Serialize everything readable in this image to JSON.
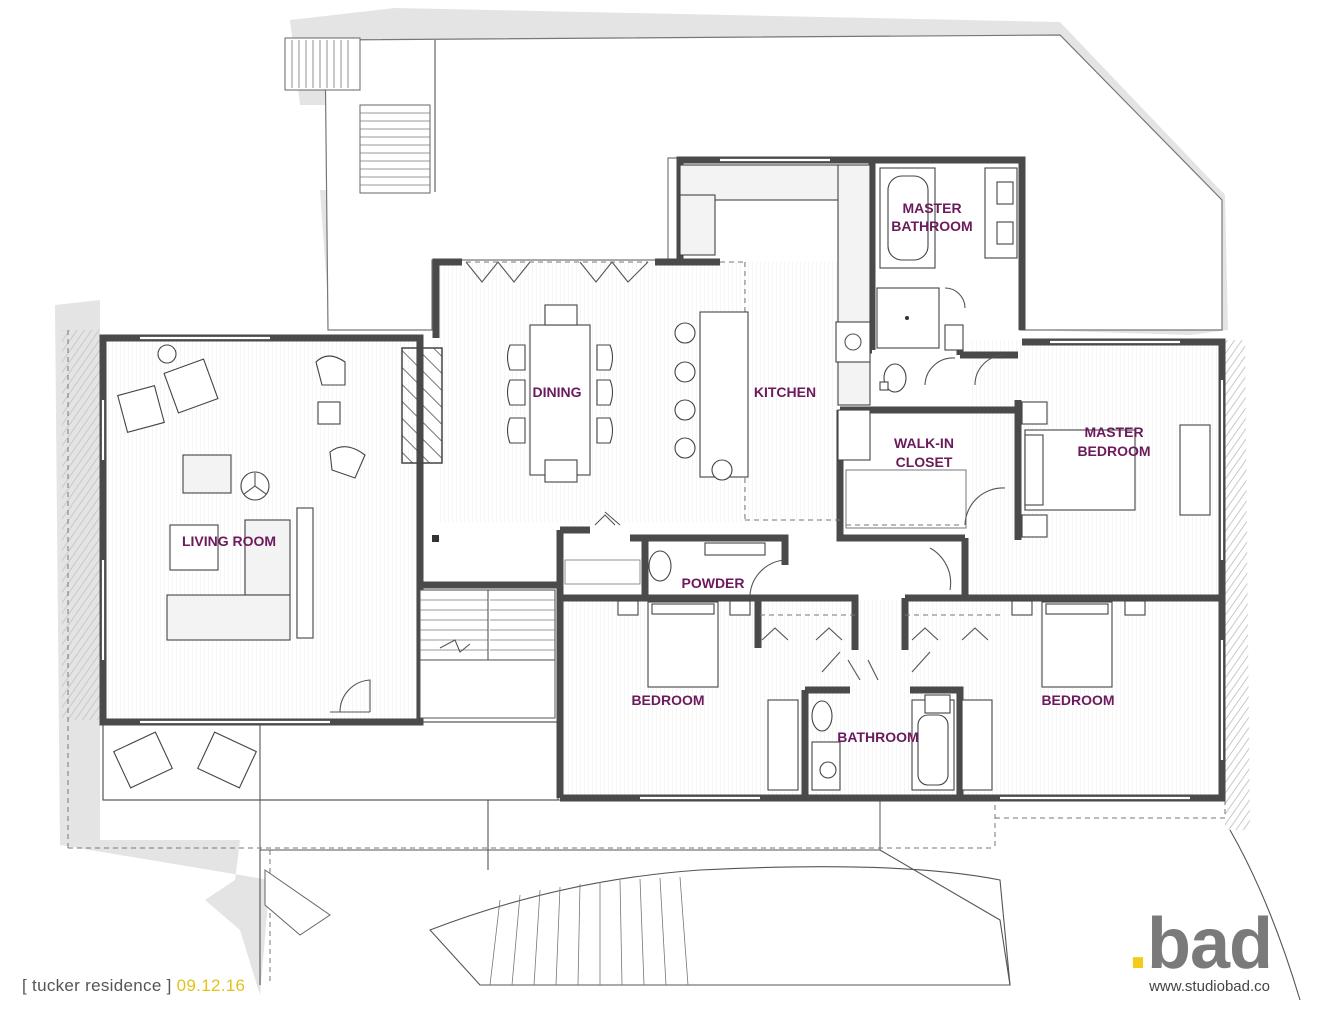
{
  "rooms": {
    "master_bathroom": [
      "MASTER",
      "BATHROOM"
    ],
    "dining": "DINING",
    "kitchen": "KITCHEN",
    "walk_in_closet": [
      "WALK-IN",
      "CLOSET"
    ],
    "master_bedroom": [
      "MASTER",
      "BEDROOM"
    ],
    "living_room": "LIVING ROOM",
    "powder": "POWDER",
    "bedroom_left": "BEDROOM",
    "bedroom_right": "BEDROOM",
    "bathroom": "BATHROOM"
  },
  "footer": {
    "project": "[ tucker residence ]",
    "date": "09.12.16"
  },
  "brand": {
    "dot": ".",
    "name": "bad",
    "website": "www.studiobad.co"
  },
  "colors": {
    "label": "#6b1a5c",
    "accent_yellow": "#f2cc18",
    "wall": "#4a4a4a"
  }
}
